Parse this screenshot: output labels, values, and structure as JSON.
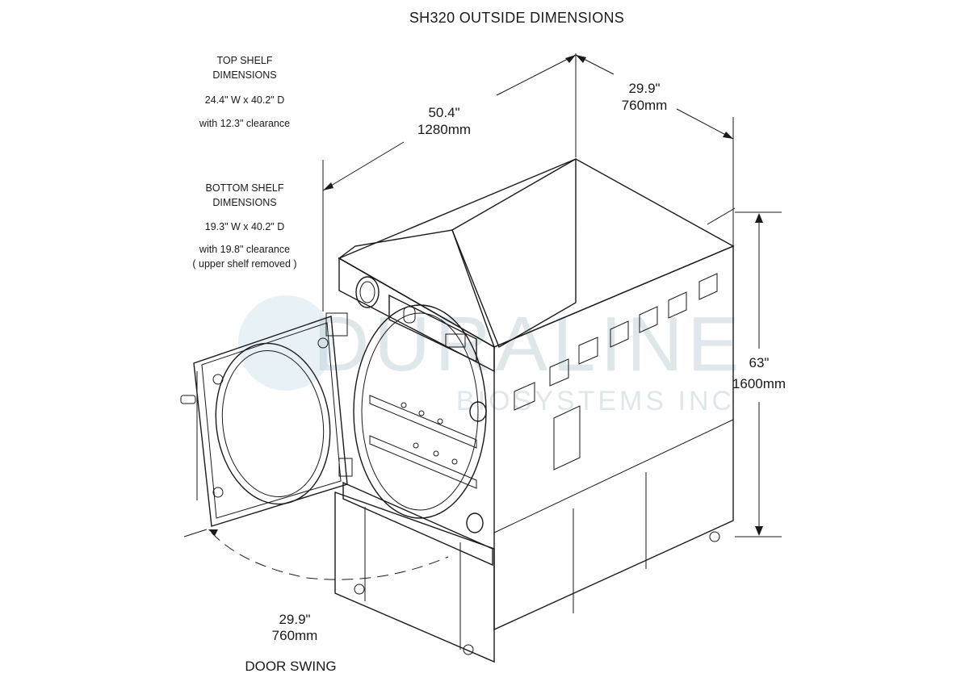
{
  "title": "SH320 OUTSIDE DIMENSIONS",
  "top_shelf": {
    "heading_line1": "TOP SHELF",
    "heading_line2": "DIMENSIONS",
    "size": "24.4\" W x 40.2\" D",
    "clearance": "with 12.3\" clearance"
  },
  "bottom_shelf": {
    "heading_line1": "BOTTOM SHELF",
    "heading_line2": "DIMENSIONS",
    "size": "19.3\" W x 40.2\" D",
    "clearance": "with 19.8\" clearance",
    "note": "( upper shelf removed )"
  },
  "dimensions": {
    "length_in": "50.4\"",
    "length_mm": "1280mm",
    "depth_in": "29.9\"",
    "depth_mm": "760mm",
    "height_in": "63\"",
    "height_mm": "1600mm",
    "door_in": "29.9\"",
    "door_mm": "760mm"
  },
  "door_swing_label": "DOOR SWING",
  "watermark": {
    "brand": "DURALINE",
    "sub": "BIOSYSTEMS INC"
  }
}
